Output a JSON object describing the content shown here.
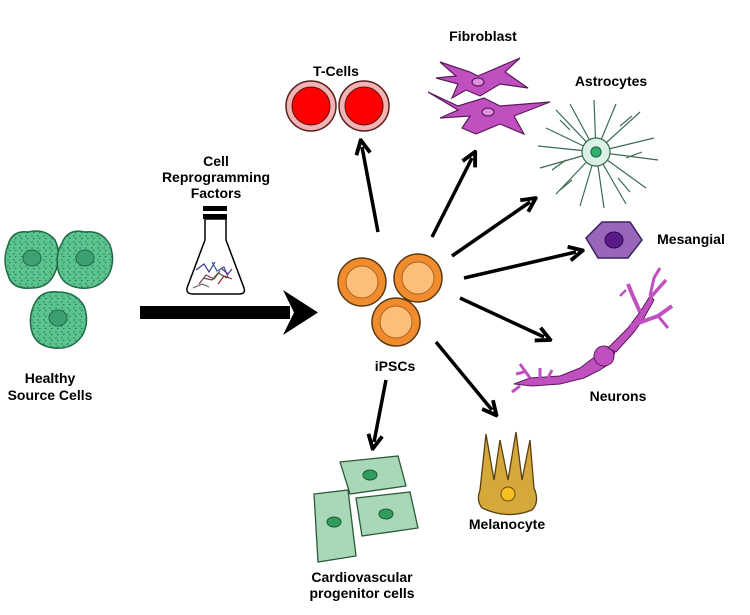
{
  "labels": {
    "source_line1": "Healthy",
    "source_line2": "Source Cells",
    "factors_line1": "Cell",
    "factors_line2": "Reprogramming",
    "factors_line3": "Factors",
    "ipsc": "iPSCs",
    "tcells": "T-Cells",
    "fibroblast": "Fibroblast",
    "astrocytes": "Astrocytes",
    "mesangial": "Mesangial",
    "neurons": "Neurons",
    "melanocyte": "Melanocyte",
    "cardio_line1": "Cardiovascular",
    "cardio_line2": "progenitor cells"
  },
  "colors": {
    "source_cell": "#5cc48f",
    "source_nucleus": "#3da070",
    "ipsc_outer": "#f08c2e",
    "ipsc_inner": "#fbbf7a",
    "tcell_outer": "#f3b3b3",
    "tcell_inner": "#ff0000",
    "fibroblast": "#c050c0",
    "astrocyte": "#d8f0e6",
    "mesangial": "#9966bb",
    "neuron": "#c050c0",
    "melanocyte": "#d4a83a",
    "cardio": "#a8d8b8",
    "cardio_nucleus": "#2f9e5c",
    "arrow": "#000000"
  },
  "icons": [
    "flask-icon",
    "arrow-icon"
  ]
}
